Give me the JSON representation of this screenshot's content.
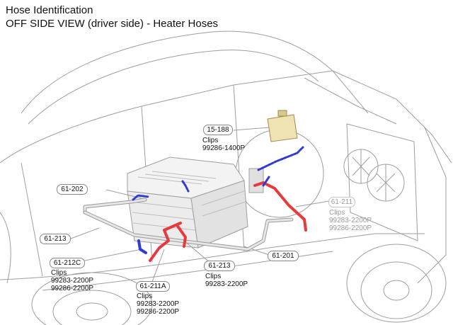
{
  "title_line1": "Hose Identification",
  "title_line2": "OFF SIDE VIEW (driver side) - Heater Hoses",
  "hose_colors": {
    "supply": "#e8393c",
    "return": "#2f3bd4",
    "rigid_pipe": "#cfcfcf"
  },
  "callouts": {
    "c15_188": {
      "tag": "15-188",
      "clips_label": "Clips",
      "parts": [
        "99286-1400P"
      ]
    },
    "c61_202": {
      "tag": "61-202"
    },
    "c61_213_left": {
      "tag": "61-213"
    },
    "c61_212c": {
      "tag": "61-212C",
      "clips_label": "Clips",
      "parts": [
        "99283-2200P",
        "99286-2200P"
      ]
    },
    "c61_211a": {
      "tag": "61-211A",
      "clips_label": "Clips",
      "parts": [
        "99283-2200P",
        "99286-2200P"
      ]
    },
    "c61_213_mid": {
      "tag": "61-213",
      "clips_label": "Clips",
      "parts": [
        "99283-2200P"
      ]
    },
    "c61_201": {
      "tag": "61-201"
    },
    "c61_211": {
      "tag": "61-211",
      "clips_label": "Clips",
      "parts": [
        "99283-2200P",
        "99286-2200P"
      ]
    }
  }
}
